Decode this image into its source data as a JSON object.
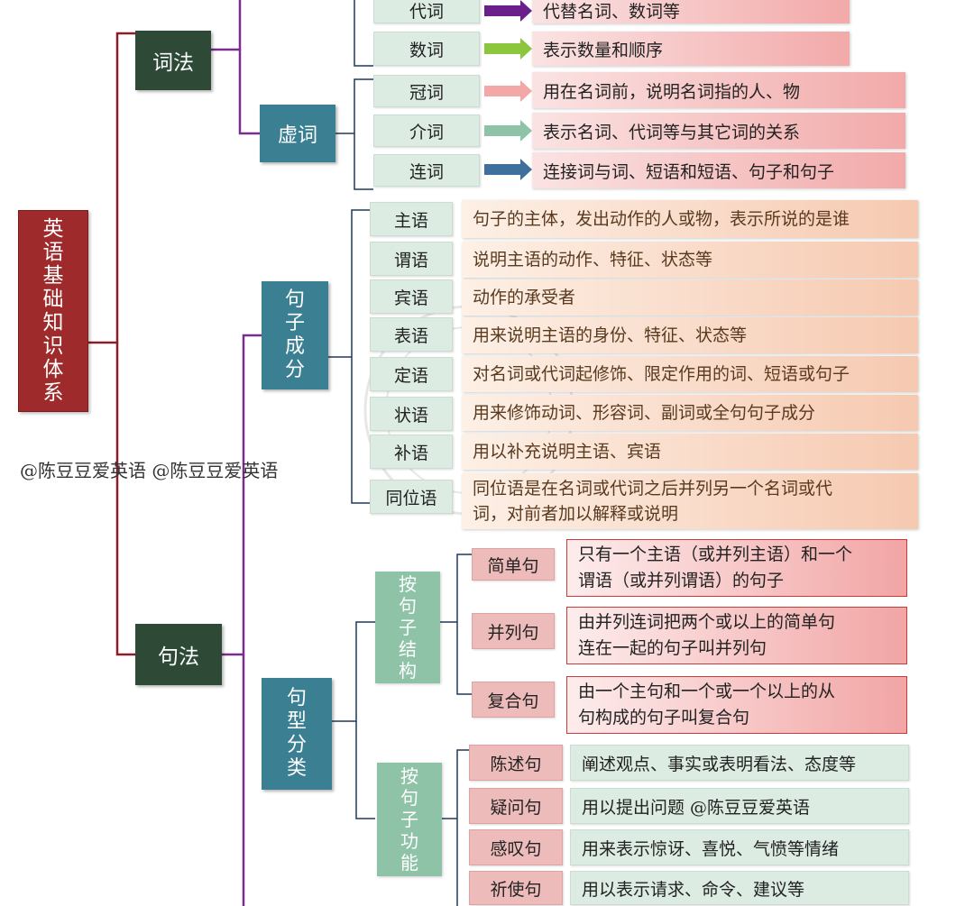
{
  "root": "英语基础知识体系",
  "watermark": "@陈豆豆爱英语  @陈豆豆爱英语",
  "cifa": {
    "label": "词法",
    "shici_rows": [
      {
        "word": "代词",
        "desc": "代替名词、数词等",
        "arrow_color": "#6b1f8a"
      },
      {
        "word": "数词",
        "desc": "表示数量和顺序",
        "arrow_color": "#8cc63f"
      }
    ],
    "xuci": {
      "label": "虚词",
      "rows": [
        {
          "word": "冠词",
          "desc": "用在名词前，说明名词指的人、物",
          "arrow_color": "#f4a7a7"
        },
        {
          "word": "介词",
          "desc": "表示名词、代词等与其它词的关系",
          "arrow_color": "#8fc3a8"
        },
        {
          "word": "连词",
          "desc": "连接词与词、短语和短语、句子和句子",
          "arrow_color": "#3f6f9c"
        }
      ]
    }
  },
  "jufa": {
    "label": "句法",
    "juzi_chengfen": {
      "label": "句子成分",
      "rows": [
        {
          "word": "主语",
          "desc": "句子的主体，发出动作的人或物，表示所说的是谁"
        },
        {
          "word": "谓语",
          "desc": "说明主语的动作、特征、状态等"
        },
        {
          "word": "宾语",
          "desc": "动作的承受者"
        },
        {
          "word": "表语",
          "desc": "用来说明主语的身份、特征、状态等"
        },
        {
          "word": "定语",
          "desc": "对名词或代词起修饰、限定作用的词、短语或句子"
        },
        {
          "word": "状语",
          "desc": "用来修饰动词、形容词、副词或全句句子成分"
        },
        {
          "word": "补语",
          "desc": "用以补充说明主语、宾语"
        },
        {
          "word": "同位语",
          "desc_lines": [
            "同位语是在名词或代词之后并列另一个名词或代",
            "词，对前者加以解释或说明"
          ]
        }
      ]
    },
    "juxing_fenlei": {
      "label": "句型分类",
      "by_structure": {
        "label": "按句子结构",
        "rows": [
          {
            "word": "简单句",
            "desc_lines": [
              "只有一个主语（或并列主语）和一个",
              "谓语（或并列谓语）的句子"
            ]
          },
          {
            "word": "并列句",
            "desc_lines": [
              "由并列连词把两个或以上的简单句",
              "连在一起的句子叫并列句"
            ]
          },
          {
            "word": "复合句",
            "desc_lines": [
              "由一个主句和一个或一个以上的从",
              "句构成的句子叫复合句"
            ]
          }
        ]
      },
      "by_function": {
        "label": "按句子功能",
        "rows": [
          {
            "word": "陈述句",
            "desc": "阐述观点、事实或表明看法、态度等"
          },
          {
            "word": "疑问句",
            "desc": "用以提出问题  @陈豆豆爱英语"
          },
          {
            "word": "感叹句",
            "desc": "用来表示惊讶、喜悦、气愤等情绪"
          },
          {
            "word": "祈使句",
            "desc": "用以表示请求、命令、建议等"
          }
        ]
      }
    }
  },
  "colors": {
    "root_line": "#8b1e2a",
    "purple_line": "#7b2d8e",
    "navy_line": "#1f3a5a"
  }
}
